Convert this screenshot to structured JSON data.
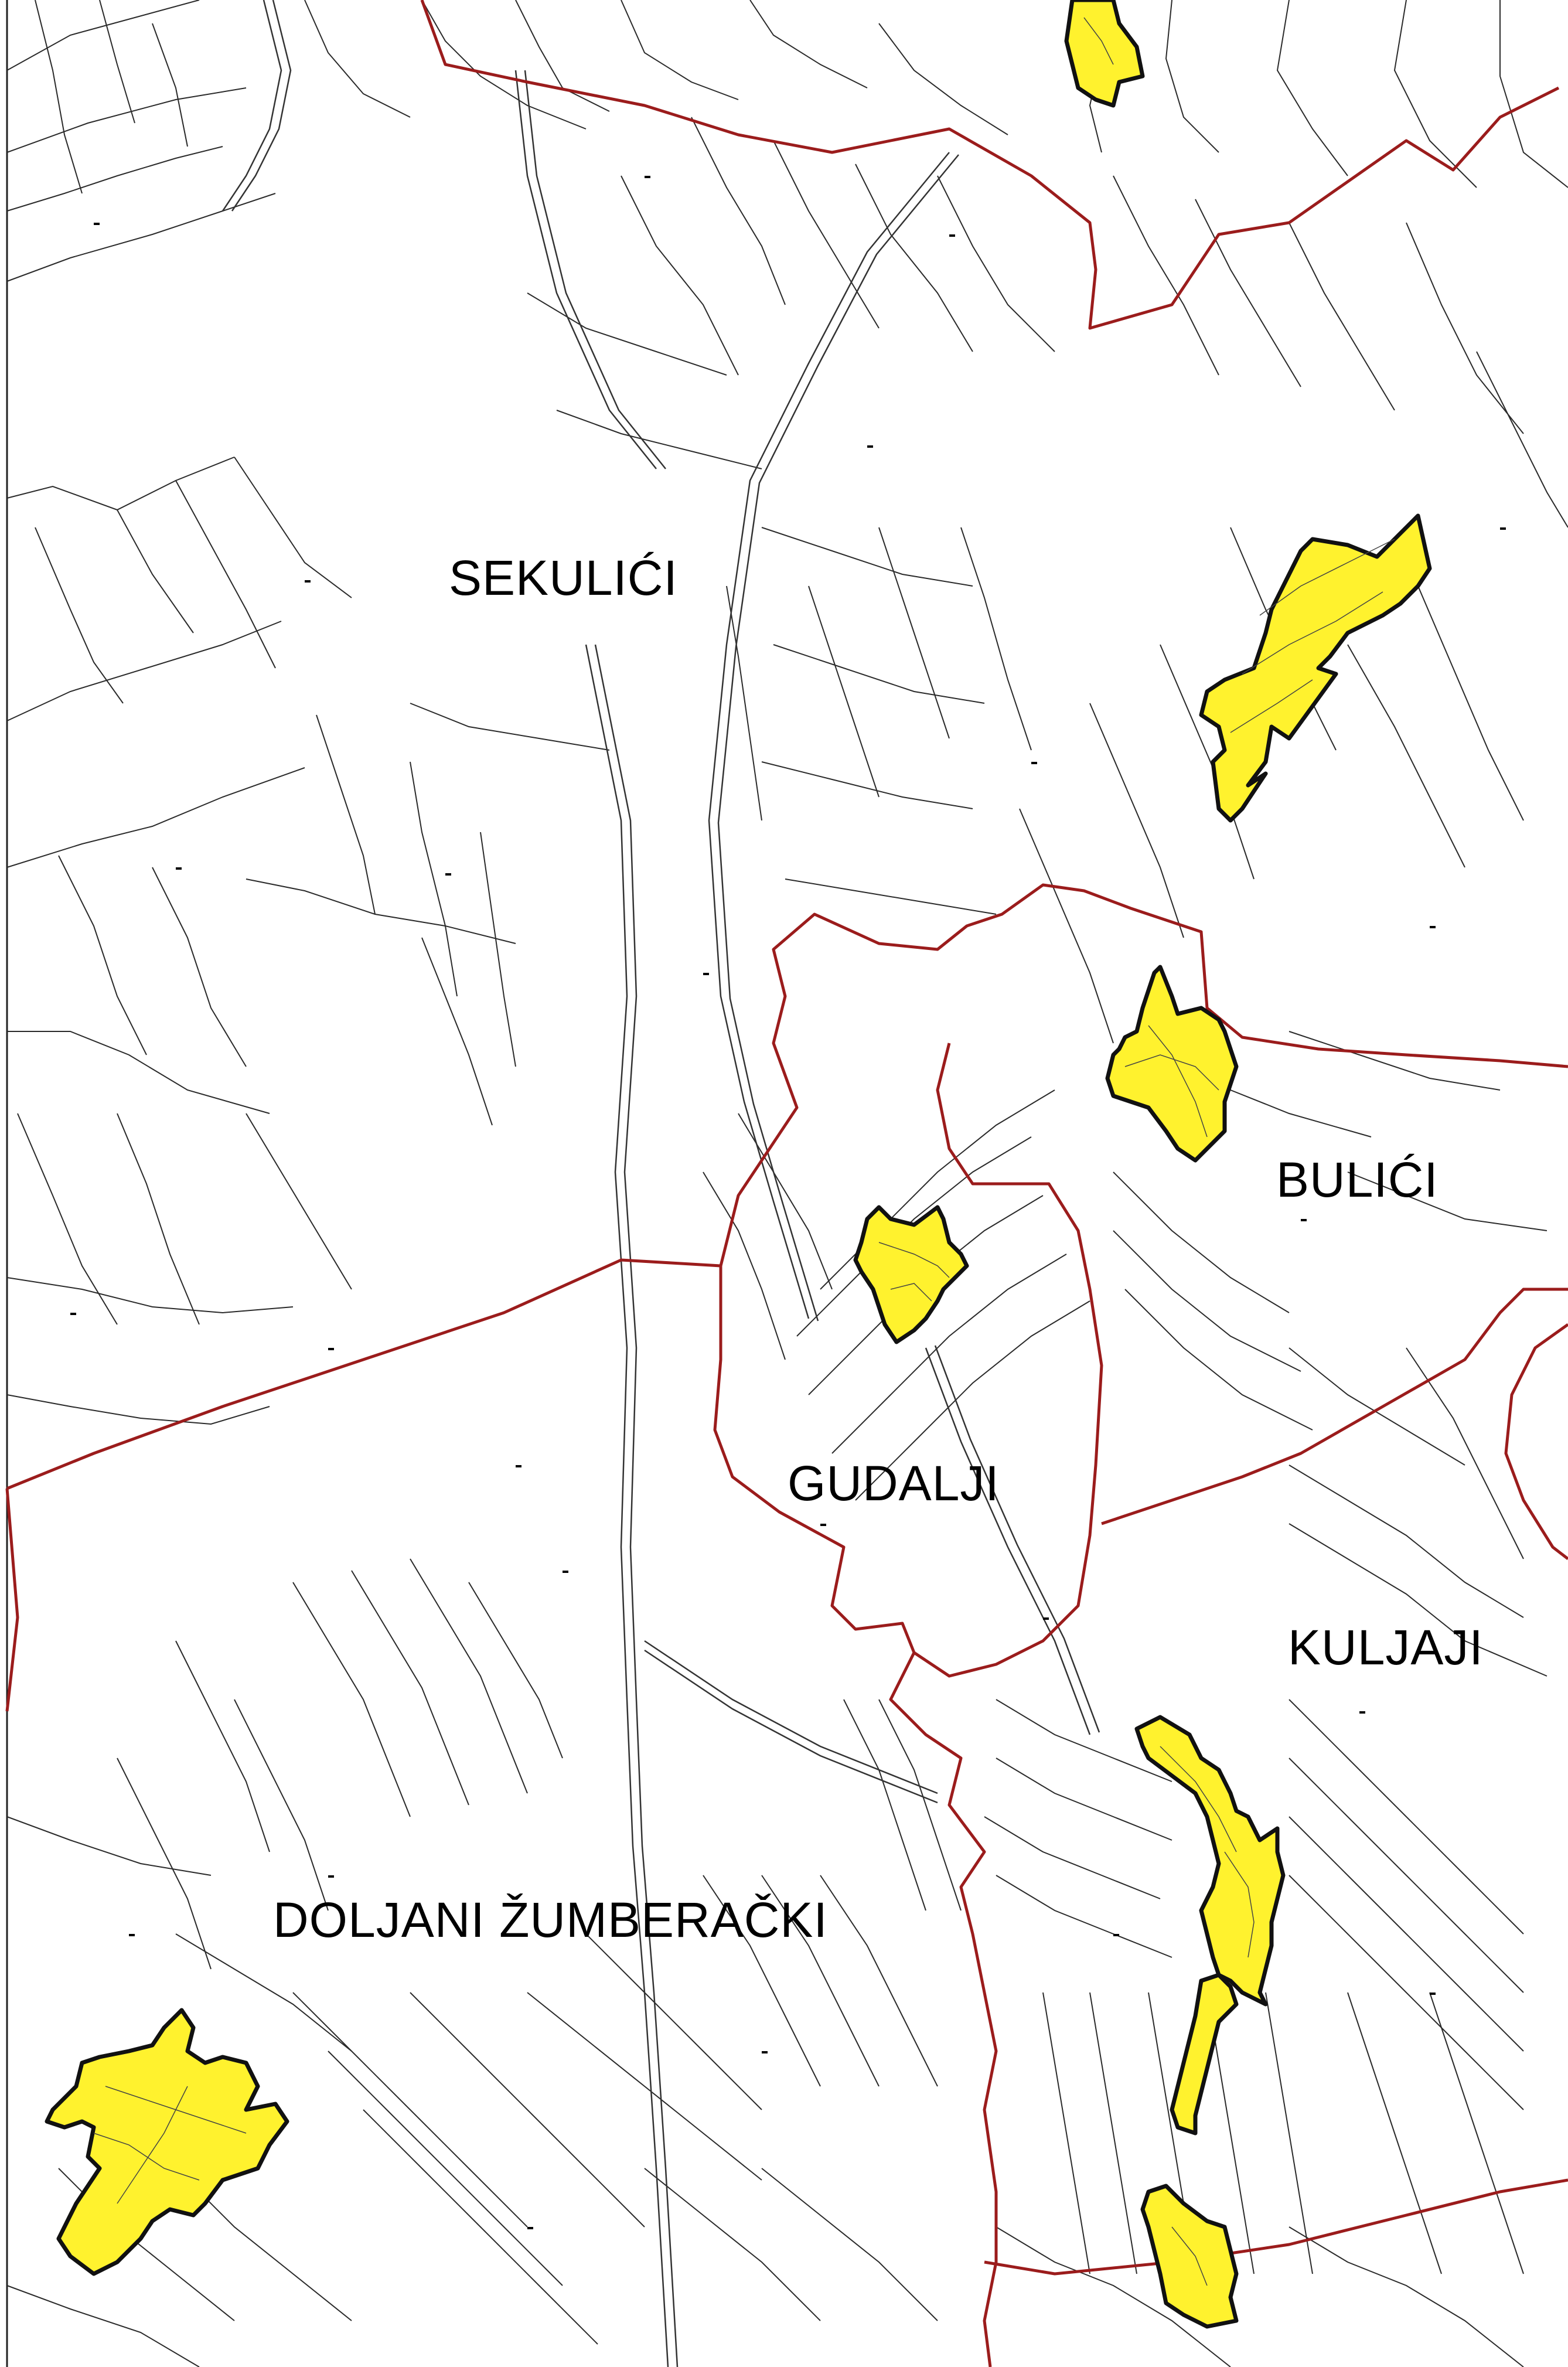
{
  "map": {
    "colors": {
      "background": "#ffffff",
      "parcel_line": "#2a2a2a",
      "municipal_boundary": "#9b1c1c",
      "settlement_fill": "#fff22e",
      "settlement_outline": "#111111"
    },
    "place_labels": [
      {
        "id": "sekulici",
        "name": "SEKULIĆI"
      },
      {
        "id": "bulici",
        "name": "BULIĆI"
      },
      {
        "id": "gudalji",
        "name": "GUDALJI"
      },
      {
        "id": "kuljaji",
        "name": "KULJAJI"
      },
      {
        "id": "doljani-zumberacki",
        "name": "DOLJANI ŽUMBERAČKI"
      }
    ],
    "settlement_areas": [
      "top-center",
      "sekulici-east",
      "bulici",
      "gudalji",
      "kuljaji",
      "kuljaji-south",
      "doljani-zumberacki"
    ]
  }
}
